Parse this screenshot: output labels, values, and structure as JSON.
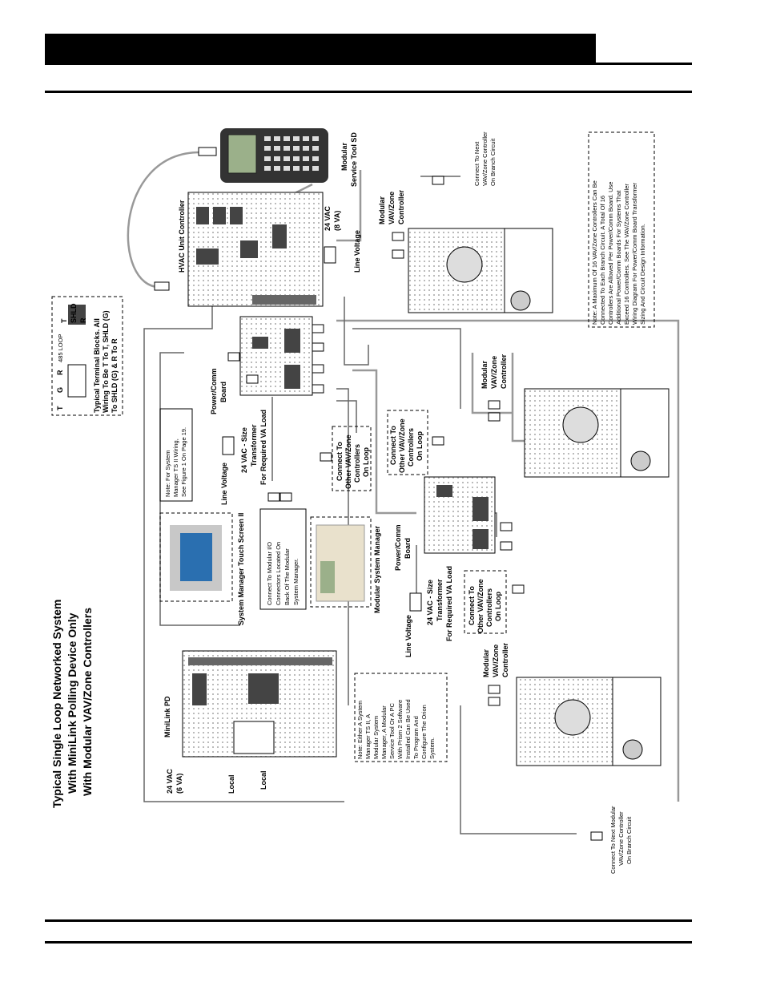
{
  "diagram": {
    "title_lines": [
      "Typical Single Loop Networked System",
      "With MiniLink Polling Device Only",
      "With Modular VAV/Zone Controllers"
    ],
    "hvac_unit_controller": "HVAC Unit Controller",
    "service_tool": [
      "Modular",
      "Service Tool SD"
    ],
    "vac24_8va": [
      "24 VAC",
      "(8 VA)"
    ],
    "line_voltage": "Line Voltage",
    "modular_vav": [
      "Modular",
      "VAV/Zone",
      "Controller"
    ],
    "connect_next_top": [
      "Connect To Next",
      "VAV/Zone Controller",
      "On Branch Circuit"
    ],
    "connect_next_bottom": [
      "Connect To Next Modular",
      "VAV/Zone Controller",
      "On Branch Circuit"
    ],
    "note_max": [
      "Note: A Maximum Of 16 VAV/Zone Controllers Can Be",
      "Connected To Each Branch Circuit. A Total Of 16",
      "Controllers Are Allowed Per Power/Comm Board. Use",
      "Additional Power/Comm Boards For Systems That",
      "Exceed 16 Controllers. See The VAV/Zone Controller",
      "Wiring Diagram For Power/Comm Board Transformer",
      "Sizing And Circuit Design Information."
    ],
    "terminal_letters": [
      "T",
      "G",
      "R"
    ],
    "terminal_485": "485 LOOP",
    "terminal_right": [
      "T",
      "SHLD",
      "R"
    ],
    "terminal_note": [
      "Typical Terminal Blocks. All",
      "Wiring To Be T To T, SHLD (G)",
      "To SHLD (G) & R To R"
    ],
    "power_comm": [
      "Power/Comm",
      "Board"
    ],
    "transformer": [
      "24 VAC - Size",
      "Transformer",
      "For Required VA Load"
    ],
    "note_ts2": [
      "Note: For System",
      "Manager TS II Wiring,",
      "See Figure 1 On Page 19."
    ],
    "connect_other": [
      "Connect To",
      "Other VAV/Zone",
      "Controllers",
      "On Loop"
    ],
    "touch_screen": "System Manager Touch Screen II",
    "connect_modular_io": [
      "Connect To Modular I/O",
      "Connectors Located On",
      "Back Of The Modular",
      "System Manager."
    ],
    "modular_system_manager": "Modular System Manager",
    "minilink": "MiniLink PD",
    "vac24_6va": [
      "24 VAC",
      "(6 VA)"
    ],
    "local": "Local",
    "note_either": [
      "Note: Either A System",
      "Manager TS II, A",
      "Modular System",
      "Manager, A Modular",
      "Service Tool Or A PC",
      "With Prism 2 Software",
      "Installed Can Be Used",
      "To Program And",
      "Configure The Orion",
      "System."
    ]
  }
}
